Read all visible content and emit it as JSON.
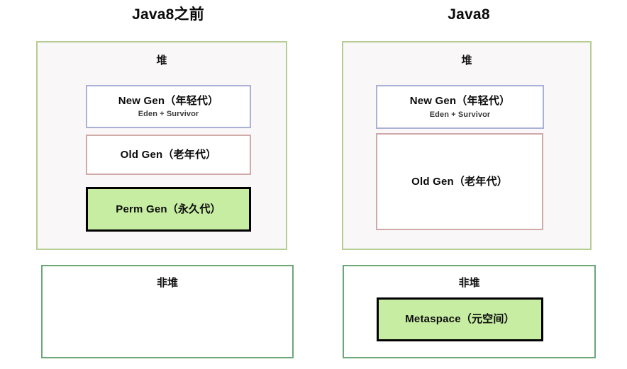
{
  "diagram": {
    "title_left": "Java8之前",
    "title_right": "Java8",
    "accent_green_fill": "#c7eda2",
    "heap_border": "#b6cd93",
    "nonheap_border": "#6ba878",
    "newgen_border": "#aab0d6",
    "oldgen_border": "#d0a9a9",
    "highlight_border": "#000000",
    "heap_background": "#f9f7f8"
  },
  "left_panel": {
    "heap": {
      "label": "堆",
      "boxes": [
        {
          "title": "New Gen（年轻代）",
          "subtitle": "Eden + Survivor"
        },
        {
          "title": "Old Gen（老年代）",
          "subtitle": ""
        },
        {
          "title": "Perm Gen（永久代）",
          "subtitle": ""
        }
      ]
    },
    "nonheap": {
      "label": "非堆",
      "boxes": []
    }
  },
  "right_panel": {
    "heap": {
      "label": "堆",
      "boxes": [
        {
          "title": "New Gen（年轻代）",
          "subtitle": "Eden + Survivor"
        },
        {
          "title": "Old Gen（老年代）",
          "subtitle": ""
        }
      ]
    },
    "nonheap": {
      "label": "非堆",
      "boxes": [
        {
          "title": "Metaspace（元空间）",
          "subtitle": ""
        }
      ]
    }
  }
}
